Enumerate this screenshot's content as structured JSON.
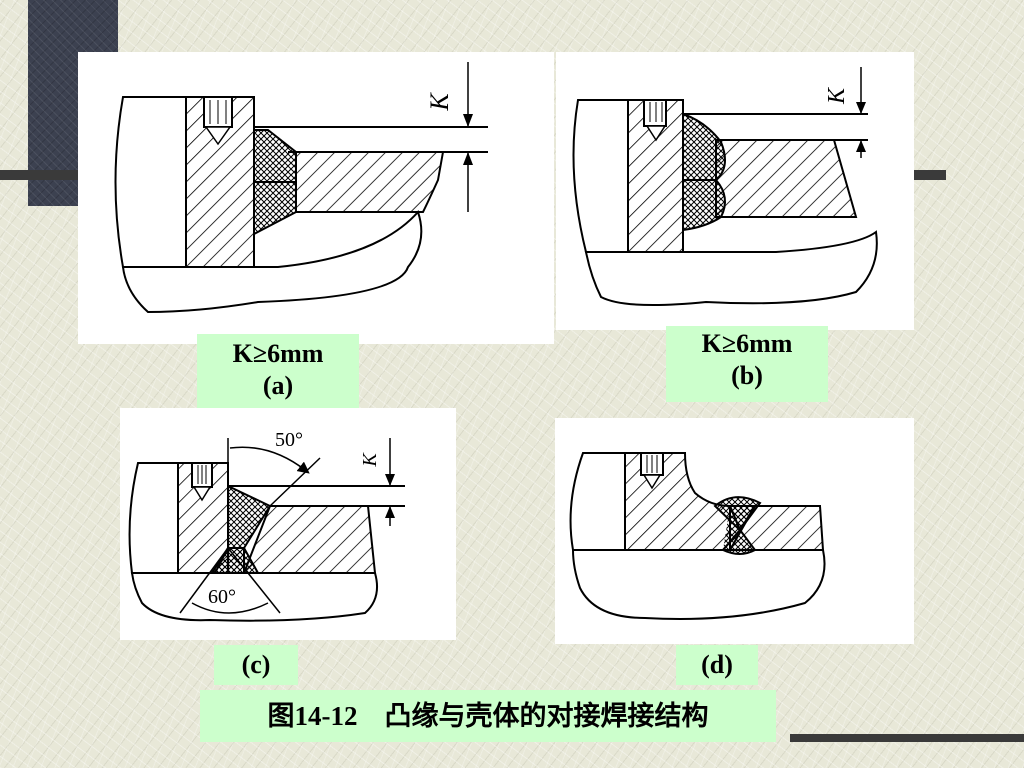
{
  "labels": {
    "a_k": "K≥6mm",
    "a_tag": "(a)",
    "b_k": "K≥6mm",
    "b_tag": "(b)",
    "c_tag": "(c)",
    "d_tag": "(d)"
  },
  "dimensions": {
    "k_symbol": "K",
    "angle_top": "50°",
    "angle_bottom": "60°"
  },
  "caption": "图14-12　凸缘与壳体的对接焊接结构",
  "colors": {
    "label_bg": "#ccffcc",
    "slide_bg": "#e8e8d8",
    "dark_block": "#3c4150"
  }
}
